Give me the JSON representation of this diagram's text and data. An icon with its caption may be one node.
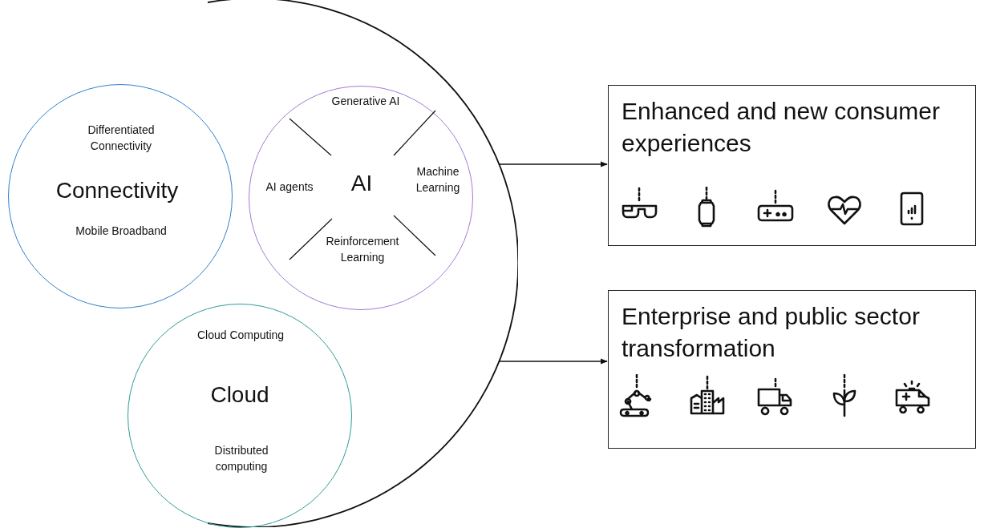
{
  "diagram": {
    "nodes": [
      {
        "text": [],
        "shape": "circle"
      },
      {
        "text": [
          "Differentiated Connectivity",
          "Connectivity",
          "Mobile Broadband"
        ],
        "in": 0
      },
      {
        "text": [
          "Generative AI",
          "AI agents",
          "AI",
          "Machine Learning",
          "Reinforcement Learning"
        ],
        "in": 0
      },
      {
        "text": [
          "Cloud Computing",
          "Cloud",
          "Distributed computing"
        ],
        "in": 0
      },
      {
        "text": [
          "Enhanced and new consumer experiences"
        ]
      },
      {
        "text": [
          "Enterprise and public sector transformation"
        ]
      }
    ],
    "edges": [
      {
        "from": 0,
        "to": 4,
        "arrow": "to"
      },
      {
        "from": 0,
        "to": 5,
        "arrow": "to"
      }
    ]
  }
}
